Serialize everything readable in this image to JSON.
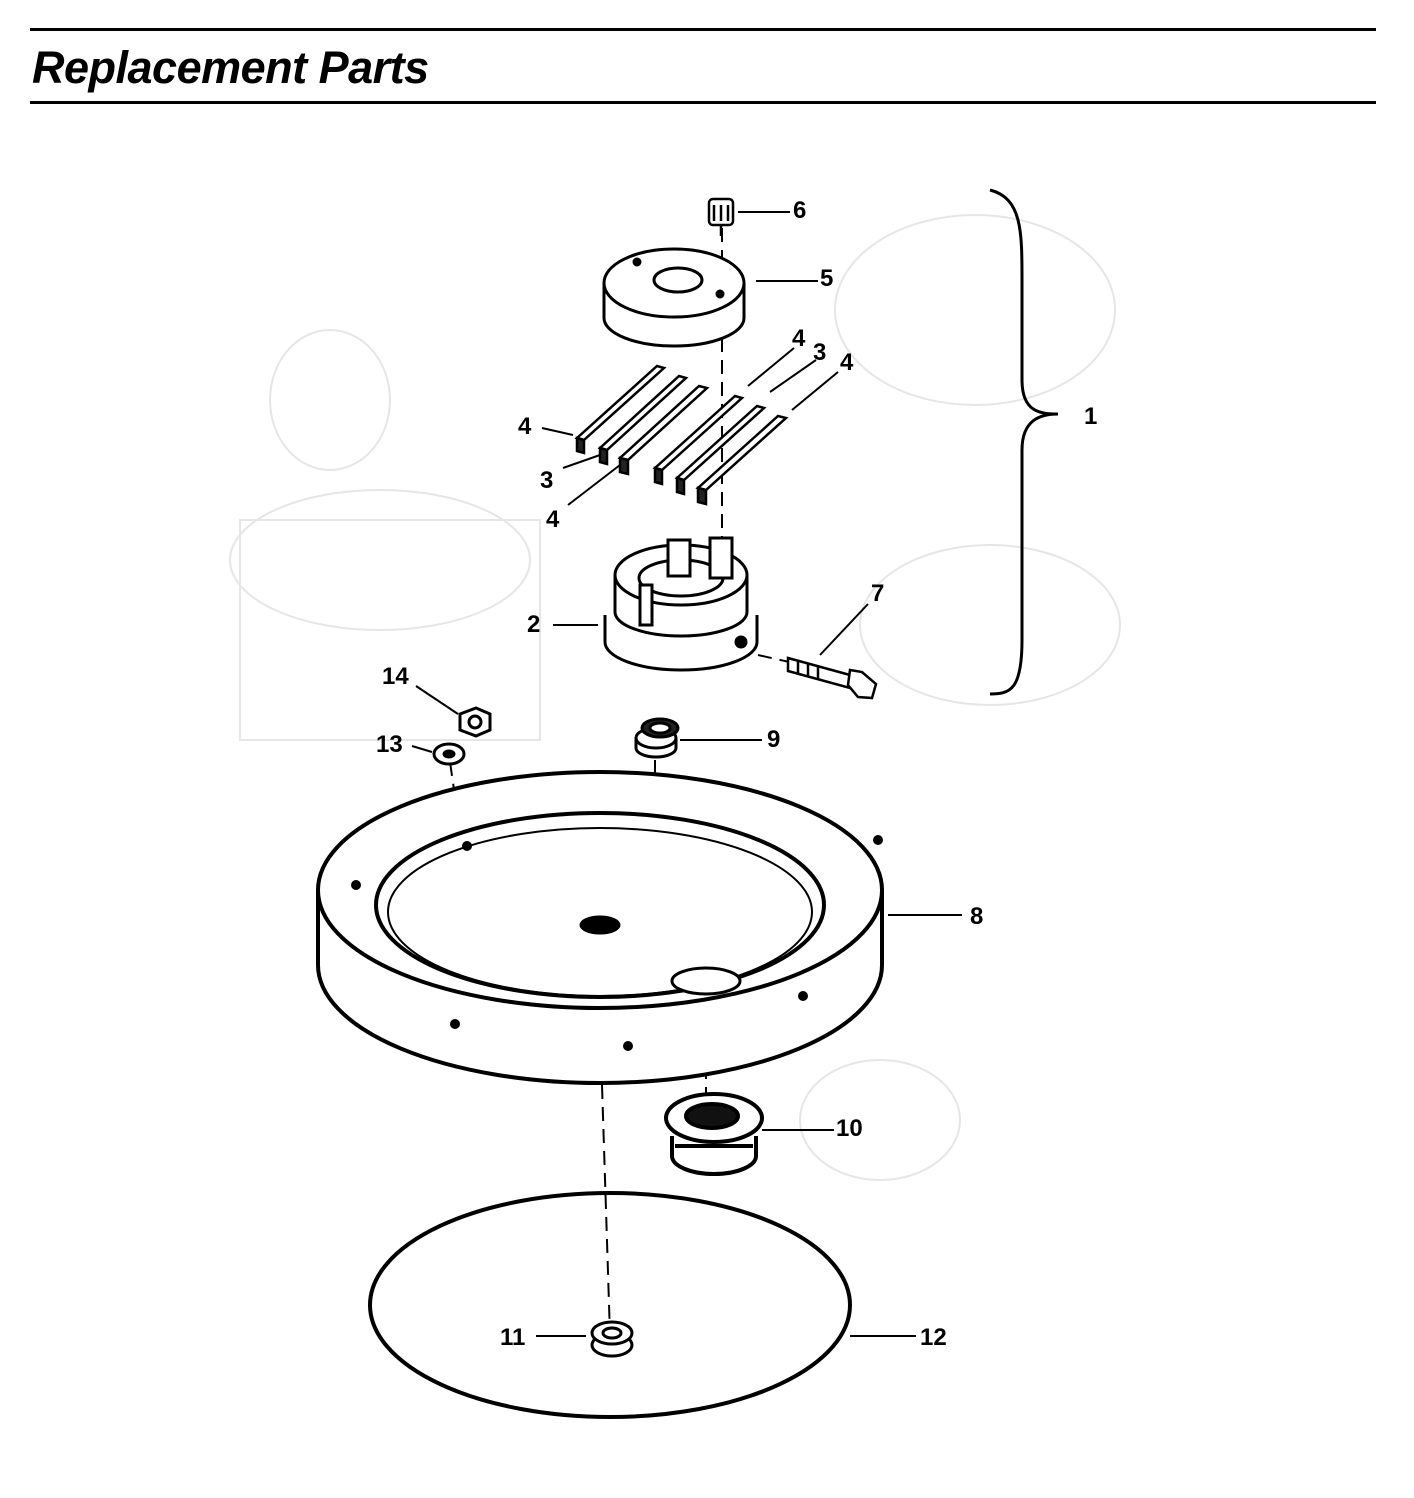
{
  "header": {
    "title": "Replacement Parts"
  },
  "diagram": {
    "callouts": {
      "p1": "1",
      "p2": "2",
      "p3a": "3",
      "p3b": "3",
      "p4a": "4",
      "p4b": "4",
      "p4c": "4",
      "p4d": "4",
      "p5": "5",
      "p6": "6",
      "p7": "7",
      "p8": "8",
      "p9": "9",
      "p10": "10",
      "p11": "11",
      "p12": "12",
      "p13": "13",
      "p14": "14"
    }
  }
}
